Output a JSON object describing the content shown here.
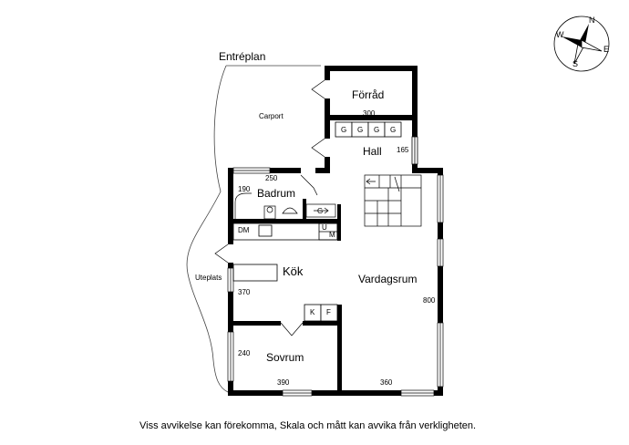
{
  "plan": {
    "title": "Entréplan",
    "rooms": {
      "forrad": "Förråd",
      "hall": "Hall",
      "badrum": "Badrum",
      "kok": "Kök",
      "vardagsrum": "Vardagsrum",
      "sovrum": "Sovrum",
      "carport": "Carport",
      "uteplats": "Uteplats"
    },
    "fixtures": {
      "g": "G",
      "dm": "DM",
      "u": "U",
      "m": "M",
      "k": "K",
      "f": "F"
    },
    "dimensions": {
      "d300": "300",
      "d165": "165",
      "d250": "250",
      "d190": "190",
      "d370": "370",
      "d800": "800",
      "d240": "240",
      "d390": "390",
      "d360": "360"
    }
  },
  "compass": {
    "n": "N",
    "e": "E",
    "s": "S",
    "w": "W"
  },
  "footer": {
    "disclaimer": "Viss avvikelse kan förekomma, Skala och mått kan avvika från verkligheten."
  }
}
